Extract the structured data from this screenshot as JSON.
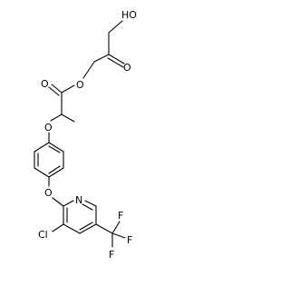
{
  "structure": {
    "atoms": [
      {
        "id": "hydroxyl-oxygen",
        "label": "HO"
      },
      {
        "id": "ketone-oxygen",
        "label": "O"
      },
      {
        "id": "ester-single-oxygen",
        "label": "O"
      },
      {
        "id": "ester-carbonyl-oxygen",
        "label": "O"
      },
      {
        "id": "ether-oxygen-upper",
        "label": "O"
      },
      {
        "id": "ether-oxygen-lower",
        "label": "O"
      },
      {
        "id": "pyridine-nitrogen",
        "label": "N"
      },
      {
        "id": "chlorine",
        "label": "Cl"
      },
      {
        "id": "fluorine-top",
        "label": "F"
      },
      {
        "id": "fluorine-right",
        "label": "F"
      },
      {
        "id": "fluorine-bottom",
        "label": "F"
      }
    ]
  }
}
